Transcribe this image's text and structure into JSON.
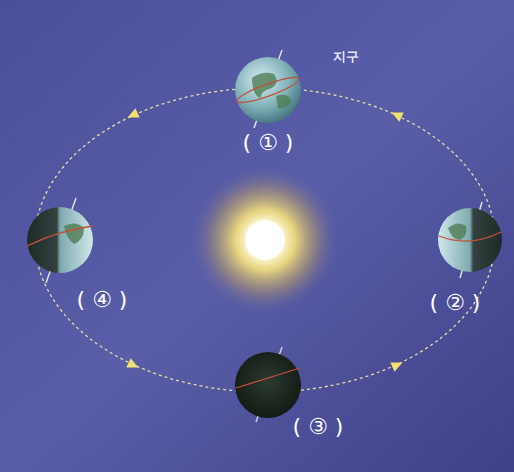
{
  "diagram": {
    "labels": [
      "지구",
      "( ① )",
      "( ② )",
      "( ③ )",
      "( ④ )"
    ]
  }
}
